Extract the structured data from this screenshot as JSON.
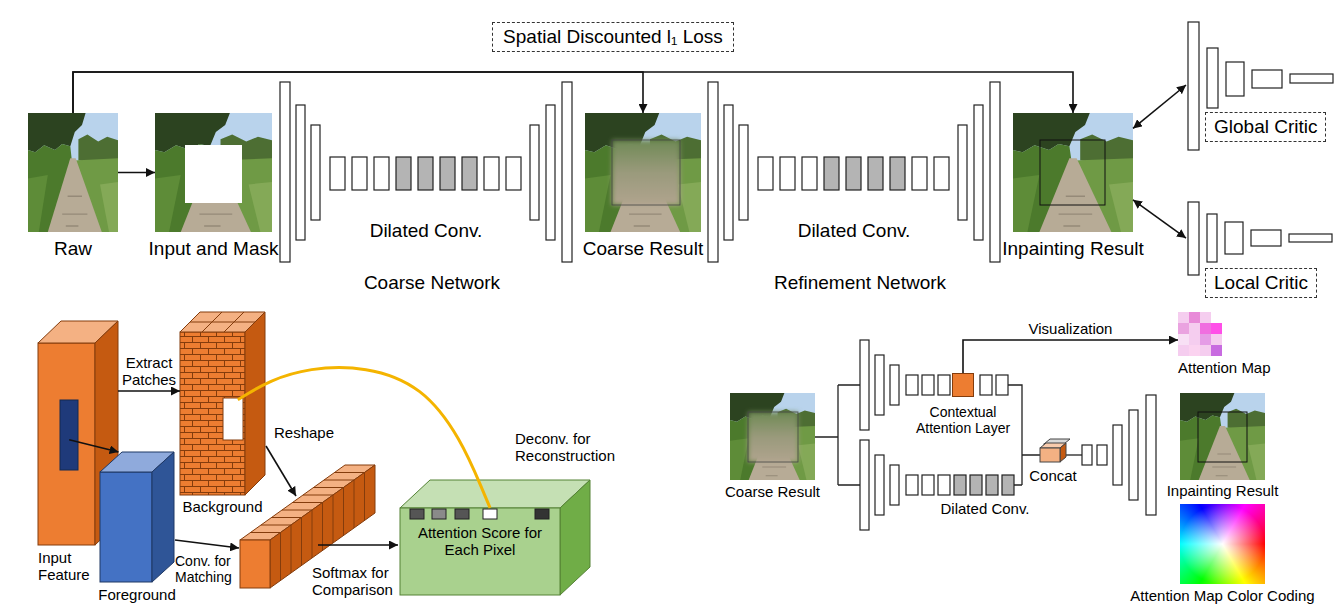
{
  "diagram": {
    "nodes": [
      {
        "text": [
          "Spatial Discounted l₁ Loss"
        ]
      },
      {
        "text": [
          "Raw"
        ]
      },
      {
        "text": [
          "Input and Mask"
        ]
      },
      {
        "text": [
          "Coarse Result"
        ]
      },
      {
        "text": [
          "Inpainting Result"
        ]
      },
      {
        "text": [
          "Global Critic"
        ]
      },
      {
        "text": [
          "Local Critic"
        ]
      },
      {
        "text": [
          "Input Feature"
        ]
      },
      {
        "text": [
          "Background"
        ]
      },
      {
        "text": [
          "Foreground"
        ]
      },
      {
        "text": [
          "Deconv. for Reconstruction",
          "Attention Score for Each Pixel"
        ]
      },
      {
        "text": [
          "Contextual Attention Layer"
        ]
      },
      {
        "text": [
          "Attention Map"
        ]
      },
      {
        "text": [
          "Coarse Result"
        ]
      },
      {
        "text": [
          "Inpainting Result"
        ]
      },
      {
        "text": [
          "Attention Map Color Coding"
        ]
      }
    ],
    "edges": [
      {
        "from": 1,
        "to": 2,
        "arrow": "to"
      },
      {
        "from": 1,
        "to": 3,
        "arrow": "to"
      },
      {
        "from": 1,
        "to": 4,
        "arrow": "to"
      },
      {
        "from": 4,
        "to": 5,
        "arrow": "both"
      },
      {
        "from": 4,
        "to": 6,
        "arrow": "both"
      },
      {
        "from": 7,
        "to": 8,
        "label": "Extract Patches",
        "arrow": "to"
      },
      {
        "from": 7,
        "to": 9,
        "arrow": "to"
      },
      {
        "from": 8,
        "to": 10,
        "arrow": "none"
      },
      {
        "from": 11,
        "to": 12,
        "label": "Visualization",
        "arrow": "to"
      }
    ],
    "labels": [
      "Dilated Conv.",
      "Dilated Conv.",
      "Coarse Network",
      "Refinement Network",
      "Reshape",
      "Conv. for Matching",
      "Softmax for Comparison",
      "Dilated Conv.",
      "Concat"
    ]
  }
}
